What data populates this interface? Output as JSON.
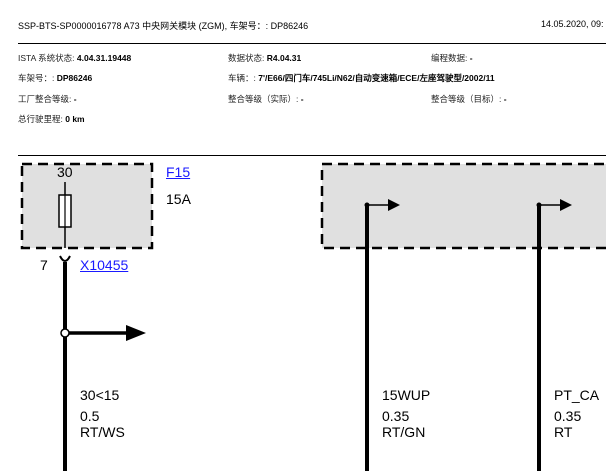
{
  "header": {
    "title": "SSP-BTS-SP0000016778 A73 中央网关模块 (ZGM), 车架号：: DP86246",
    "date": "14.05.2020, 09:"
  },
  "info": {
    "row1": [
      {
        "label": "ISTA 系统状态: ",
        "value": "4.04.31.19448"
      },
      {
        "label": "数据状态: ",
        "value": "R4.04.31"
      },
      {
        "label": "编程数据: ",
        "value": "-"
      }
    ],
    "row2": [
      {
        "label": "车架号：: ",
        "value": "DP86246"
      },
      {
        "label": "车辆：: ",
        "value": "7'/E66/四门车/745Li/N62/自动变速箱/ECE/左座驾驶型/2002/11"
      }
    ],
    "row3": [
      {
        "label": "工厂整合等级: ",
        "value": "-"
      },
      {
        "label": "整合等级（实际）: ",
        "value": "-"
      },
      {
        "label": "整合等级（目标）: ",
        "value": "-"
      }
    ],
    "row4": [
      {
        "label": "总行驶里程: ",
        "value": "0 km"
      }
    ]
  },
  "diagram": {
    "fuse": {
      "pin_top": "30",
      "pin_bottom": "7",
      "id": "F15",
      "rating": "15A"
    },
    "connector": "X10455",
    "wires": [
      {
        "name": "30<15",
        "size": "0.5",
        "color": "RT/WS"
      },
      {
        "name": "15WUP",
        "size": "0.35",
        "color": "RT/GN"
      },
      {
        "name": "PT_CA",
        "size": "0.35",
        "color": "RT"
      }
    ]
  }
}
